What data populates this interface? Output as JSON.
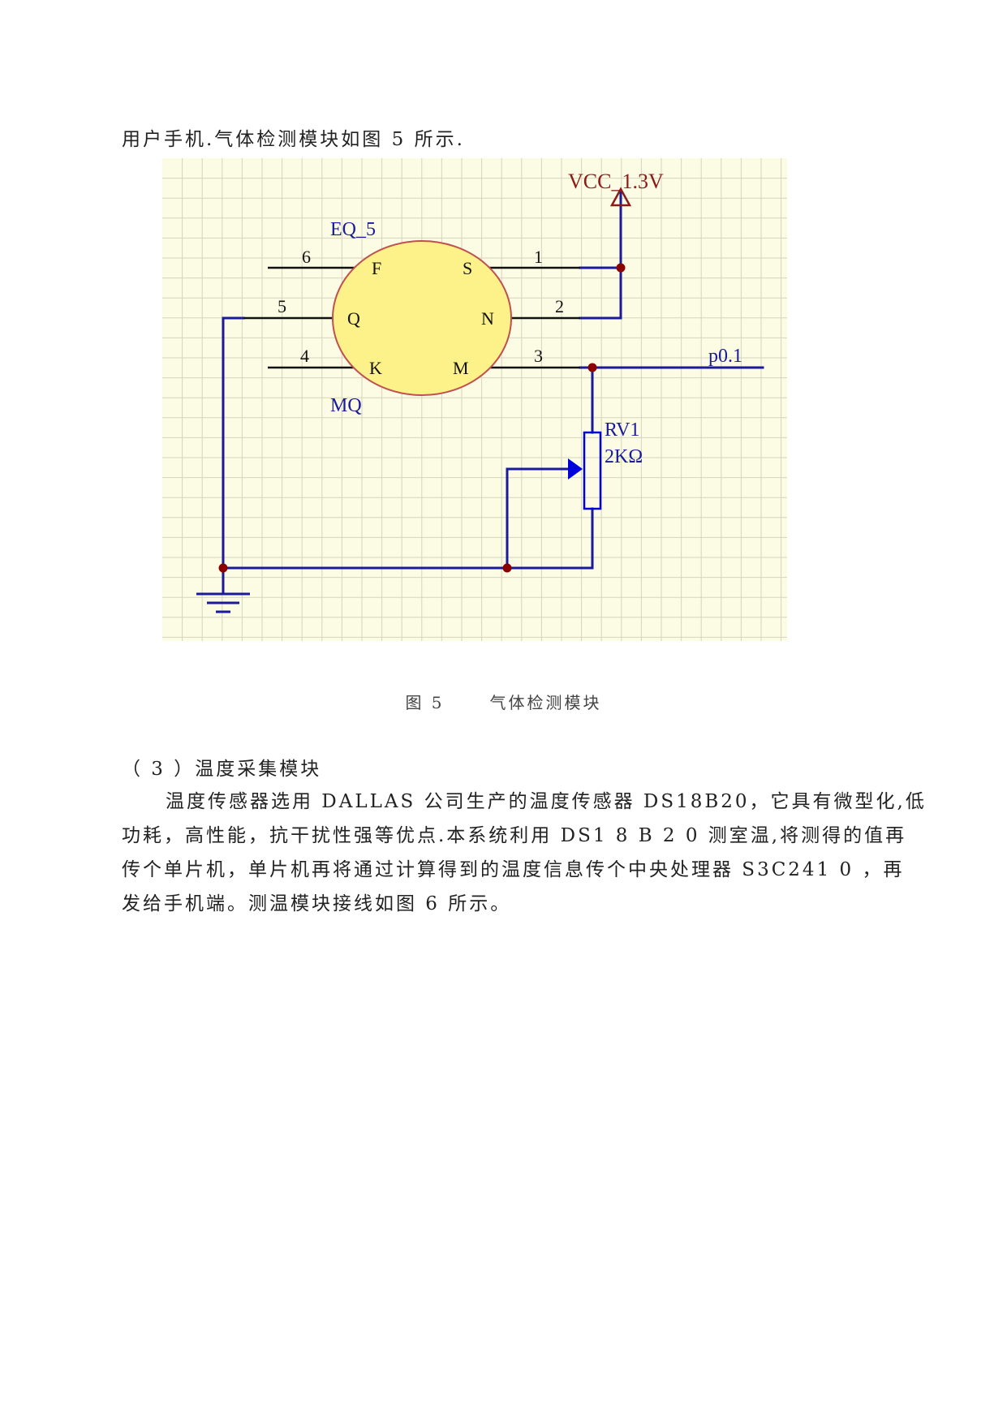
{
  "text": {
    "intro_line": "用户手机.气体检测模块如图 5 所示.",
    "figure_caption": {
      "label": "图 5",
      "title": "气体检测模块"
    },
    "section_heading": "（ 3 ）温度采集模块",
    "paragraph_lines": [
      "温度传感器选用 DALLAS 公司生产的温度传感器 DS18B20，它具有微型化,低",
      "功耗，高性能，抗干扰性强等优点.本系统利用 DS1 8 B 2 0 测室温,将测得的值再",
      "传个单片机，单片机再将通过计算得到的温度信息传个中央处理器 S3C241 0 ，再",
      "发给手机端。测温模块接线如图 6 所示。"
    ]
  },
  "schematic": {
    "sensor_ref": "EQ_5",
    "sensor_type": "MQ",
    "sensor_pins_left": [
      "F",
      "Q",
      "K"
    ],
    "sensor_pins_right": [
      "S",
      "N",
      "M"
    ],
    "pin_numbers": {
      "F": "6",
      "Q": "5",
      "K": "4",
      "S": "1",
      "N": "2",
      "M": "3"
    },
    "power_label": "VCC_1.3V",
    "output_label": "p0.1",
    "pot_ref": "RV1",
    "pot_value": "2KΩ",
    "colors": {
      "grid_bg": "#fcfce4",
      "grid_line": "#d4d4c0",
      "wire": "#1a1a9a",
      "pin": "#111111",
      "junction": "#8b0000",
      "sensor_fill": "#fdf28a",
      "sensor_stroke": "#c05050",
      "power_label": "#8b1a1a",
      "net_label": "#1a1a9a",
      "pot": "#0000dd"
    }
  }
}
